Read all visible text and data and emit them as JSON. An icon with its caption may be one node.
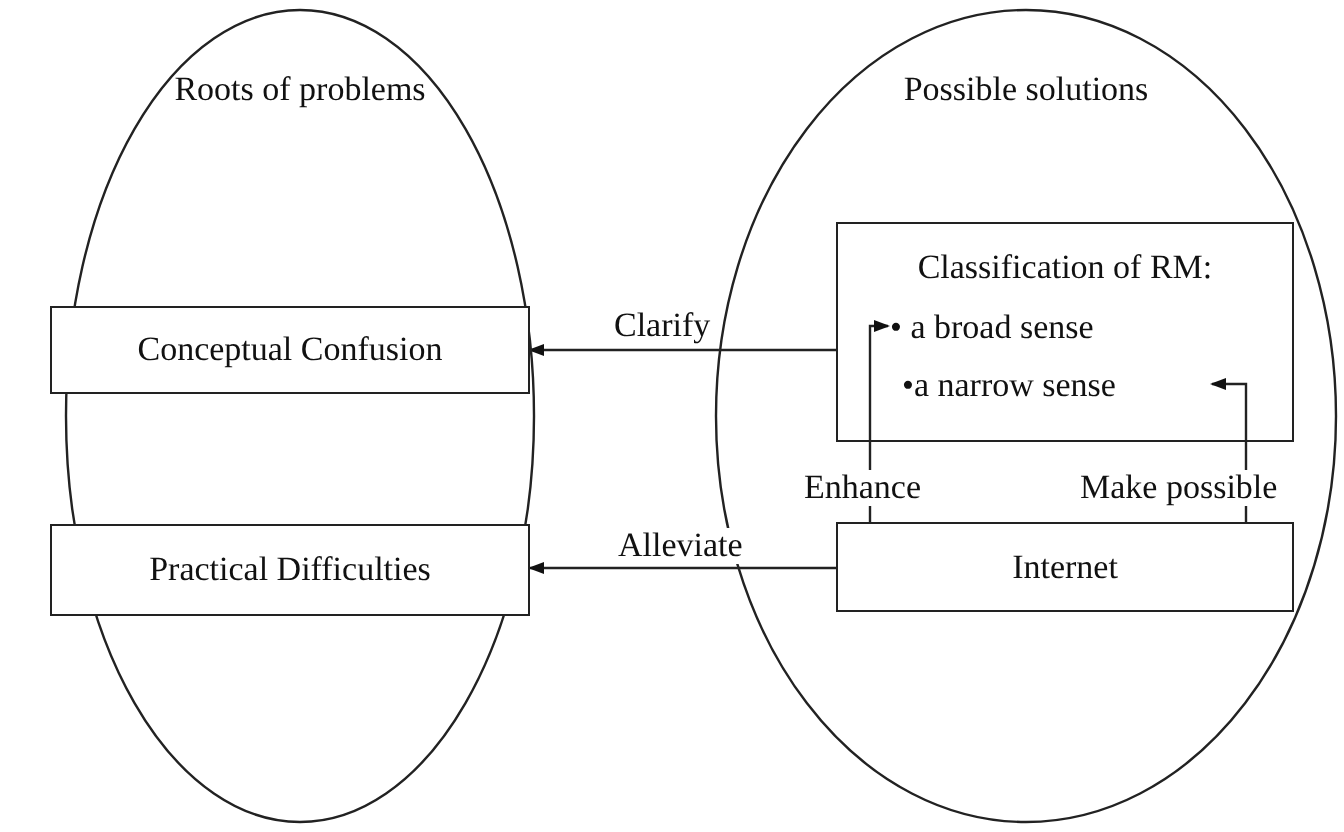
{
  "diagram": {
    "nodes": [
      {
        "text": [
          "Roots of problems"
        ]
      },
      {
        "text": [
          "Conceptual Confusion"
        ],
        "in": 0
      },
      {
        "text": [
          "Practical Difficulties"
        ],
        "in": 0
      },
      {
        "text": [
          "Possible solutions"
        ]
      },
      {
        "text": [
          "Classification of RM:"
        ],
        "in": 3
      },
      {
        "text": [
          "• a broad sense"
        ],
        "in": 4
      },
      {
        "text": [
          "•a narrow sense"
        ],
        "in": 4
      },
      {
        "text": [
          "Internet"
        ],
        "in": 3
      }
    ],
    "edges": [
      {
        "from": 4,
        "to": 1,
        "arrow": "to",
        "label": "Clarify"
      },
      {
        "from": 7,
        "to": 2,
        "arrow": "to",
        "label": "Alleviate"
      },
      {
        "from": 7,
        "to": 5,
        "arrow": "to",
        "label": "Enhance"
      },
      {
        "from": 7,
        "to": 6,
        "arrow": "to",
        "label": "Make possible"
      }
    ]
  }
}
